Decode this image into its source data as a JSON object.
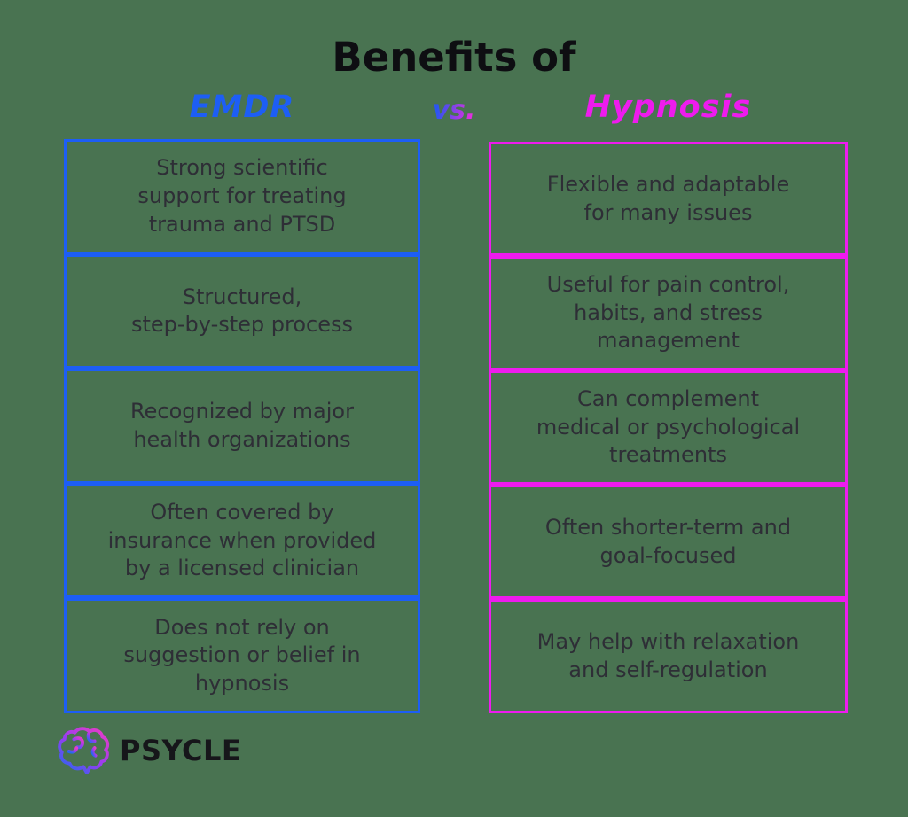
{
  "title": "Benefits of",
  "header": {
    "left_label": "EMDR",
    "vs_label": "vs.",
    "right_label": "Hypnosis"
  },
  "columns": {
    "emdr": {
      "label": "EMDR",
      "items": [
        {
          "text": "Strong scientific\nsupport for treating\ntrauma and PTSD"
        },
        {
          "text": "Structured,\nstep-by-step process"
        },
        {
          "text": "Recognized by major\nhealth organizations"
        },
        {
          "text": "Often covered by\ninsurance when provided\nby a licensed clinician"
        },
        {
          "text": "Does not rely on\nsuggestion or belief in\nhypnosis"
        }
      ]
    },
    "hypnosis": {
      "label": "Hypnosis",
      "items": [
        {
          "text": "Flexible and adaptable\nfor many issues"
        },
        {
          "text": "Useful for pain control,\nhabits, and stress\nmanagement"
        },
        {
          "text": "Can complement\nmedical or psychological\ntreatments"
        },
        {
          "text": "Often shorter-term and\ngoal-focused"
        },
        {
          "text": "May help with relaxation\nand self-regulation"
        }
      ]
    }
  },
  "footer": {
    "brand": "PSYCLE",
    "logo_icon": "brain-gradient-icon"
  },
  "colors": {
    "background": "#497351",
    "emdr_blue": "#1d5ef5",
    "hypnosis_magenta": "#ee1bee",
    "text_dark": "#2e2e36",
    "title_black": "#0e0e12",
    "gradient_start": "#2b55f0",
    "gradient_end": "#e030e0"
  }
}
